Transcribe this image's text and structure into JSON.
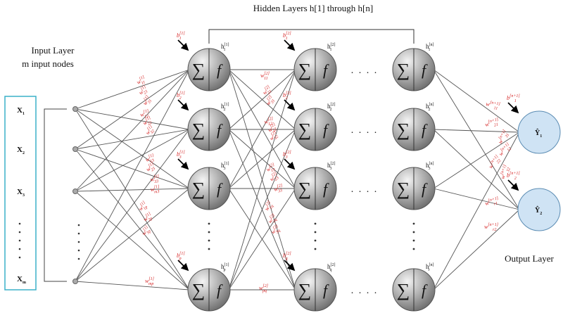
{
  "top_title": "Hidden Layers h[1] through h[n]",
  "input_layer_title": [
    "Input Layer",
    "m input nodes"
  ],
  "output_layer_title": "Output Layer",
  "inputs": [
    "X1",
    "X2",
    "X3",
    "⋮",
    "Xm"
  ],
  "outputs": [
    "Ŷ1",
    "Ŷ2"
  ],
  "sum_symbol": "∑",
  "activation_symbol": "f",
  "hidden_nodes": [
    [
      "h[1]1",
      "h[1]2",
      "h[1]3",
      "h[1]p"
    ],
    [
      "h[2]1",
      "h[2]2",
      "h[2]3",
      "h[2]q"
    ],
    [
      "h[n]1",
      "h[n]2",
      "h[n]3",
      "h[n]r"
    ]
  ],
  "bias_labels": [
    [
      "b1[1]",
      "b2[1]",
      "b3[1]",
      "bp[1]"
    ],
    [
      "b1[2]",
      "b2[2]",
      "b3[2]",
      "bq[2]"
    ],
    [
      "b1[n+1]",
      "b2[n+1]"
    ]
  ],
  "weight_labels_layer1": [
    "w11[1]",
    "w21[1]",
    "w31[1]",
    "w12[1]",
    "w22[1]",
    "w32[1]",
    "w13[1]",
    "w23[1]",
    "w33[1]",
    "wm3[1]",
    "w1p[1]",
    "w2p[1]",
    "w3p[1]",
    "wmp[1]"
  ],
  "weight_labels_layer2": [
    "w11[2]",
    "w21[2]",
    "w31[2]",
    "w12[2]",
    "w22[2]",
    "w32[2]",
    "w13[2]",
    "w23[2]",
    "w33[2]",
    "w1q[2]",
    "w2q[2]",
    "w3q[2]",
    "wpq[2]"
  ],
  "weight_labels_out": [
    "w11[n+1]",
    "w21[n+1]",
    "w31[n+1]",
    "w12[n+1]",
    "w22[n+1]",
    "w32[n+1]",
    "wr1[n+1]",
    "wr2[n+1]"
  ],
  "ellipsis_h": ". . . .",
  "ellipsis_v": "⋮"
}
